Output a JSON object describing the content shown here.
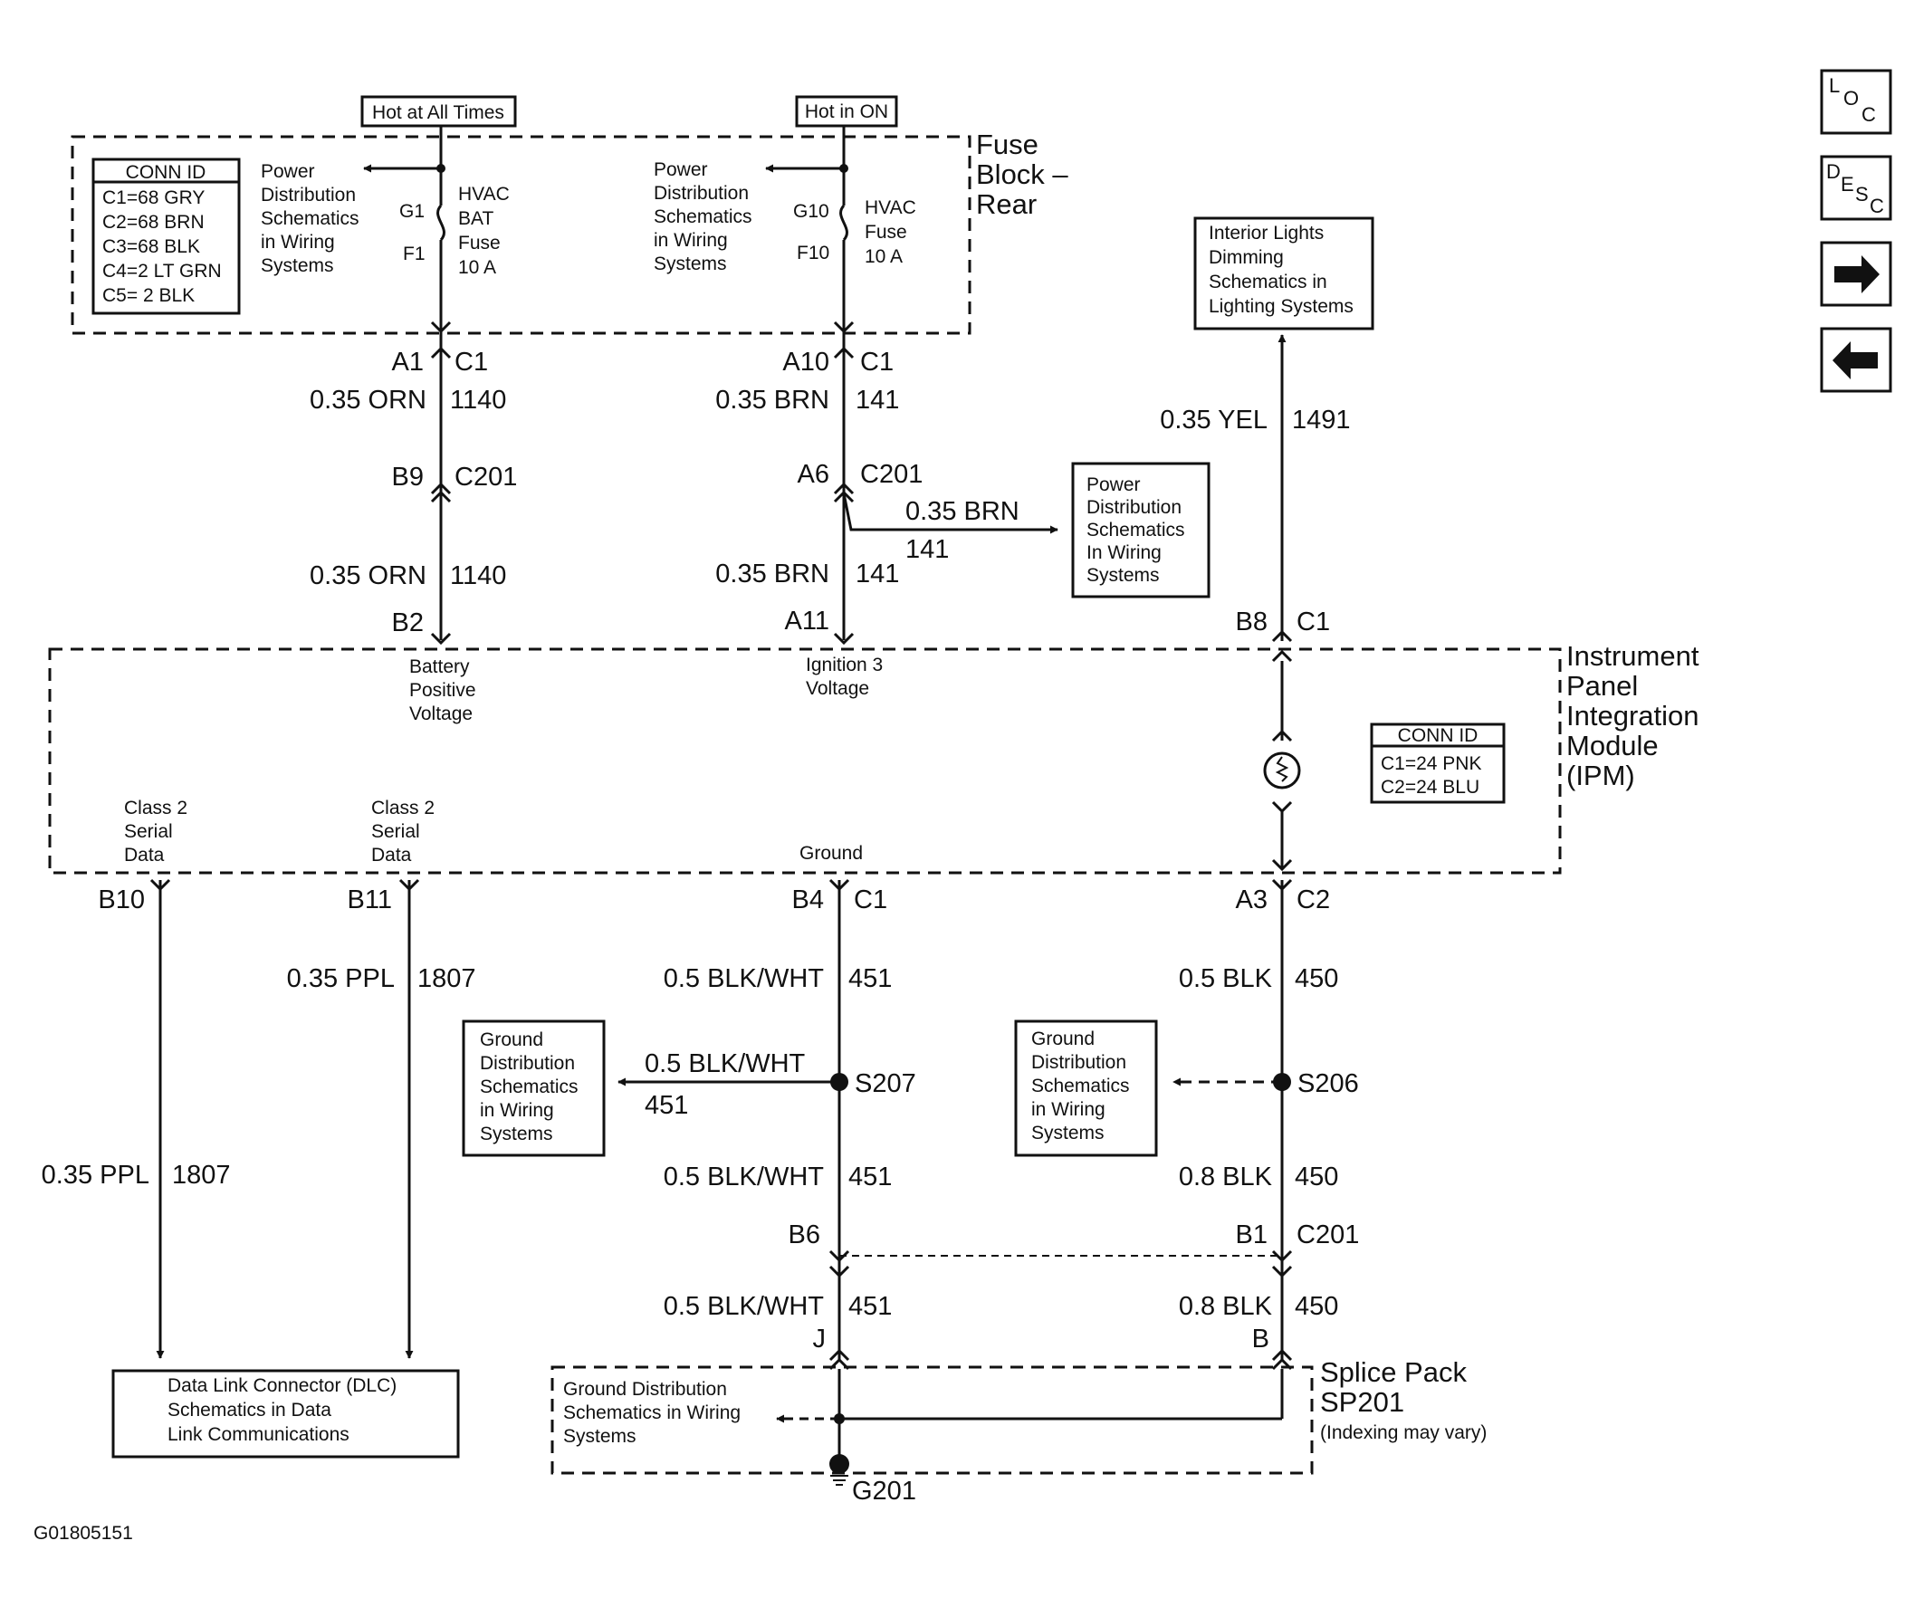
{
  "nav": {
    "loc": {
      "l": "L",
      "o": "O",
      "c": "C"
    },
    "desc": {
      "d": "D",
      "e": "E",
      "s": "S",
      "c": "C"
    }
  },
  "top": {
    "hot_all_times": "Hot at All Times",
    "hot_in_on": "Hot in ON",
    "fuse_block": [
      "Fuse",
      "Block –",
      "Rear"
    ],
    "conn_id": {
      "title": "CONN ID",
      "rows": [
        "C1=68 GRY",
        "C2=68 BRN",
        "C3=68 BLK",
        "C4=2 LT GRN",
        "C5= 2 BLK"
      ]
    },
    "power_dist_1": [
      "Power",
      "Distribution",
      "Schematics",
      "in Wiring",
      "Systems"
    ],
    "power_dist_2": [
      "Power",
      "Distribution",
      "Schematics",
      "in Wiring",
      "Systems"
    ],
    "fuse1": {
      "top": "G1",
      "bottom": "F1",
      "label": [
        "HVAC",
        "BAT",
        "Fuse",
        "10 A"
      ]
    },
    "fuse2": {
      "top": "G10",
      "bottom": "F10",
      "label": [
        "HVAC",
        "Fuse",
        "10 A"
      ]
    }
  },
  "circuit_1140": {
    "pin_top": "A1",
    "conn_top": "C1",
    "wire_upper": "0.35 ORN",
    "circuit_upper": "1140",
    "pin_mid": "B9",
    "conn_mid": "C201",
    "wire_lower": "0.35 ORN",
    "circuit_lower": "1140",
    "pin_ipm": "B2",
    "ipm_label": [
      "Battery",
      "Positive",
      "Voltage"
    ]
  },
  "circuit_141": {
    "pin_top": "A10",
    "conn_top": "C1",
    "wire_upper": "0.35 BRN",
    "circuit_upper": "141",
    "pin_mid": "A6",
    "conn_mid": "C201",
    "branch_wire": "0.35 BRN",
    "branch_circuit": "141",
    "branch_dest": [
      "Power",
      "Distribution",
      "Schematics",
      "In Wiring",
      "Systems"
    ],
    "wire_lower": "0.35 BRN",
    "circuit_lower": "141",
    "pin_ipm": "A11",
    "ipm_label": [
      "Ignition 3",
      "Voltage"
    ]
  },
  "circuit_1491": {
    "dest": [
      "Interior Lights",
      "Dimming",
      "Schematics in",
      "Lighting Systems"
    ],
    "wire": "0.35 YEL",
    "circuit": "1491",
    "pin": "B8",
    "conn": "C1"
  },
  "ipm": {
    "name": [
      "Instrument",
      "Panel",
      "Integration",
      "Module",
      "(IPM)"
    ],
    "conn_id": {
      "title": "CONN ID",
      "rows": [
        "C1=24 PNK",
        "C2=24 BLU"
      ]
    },
    "class2_a": [
      "Class 2",
      "Serial",
      "Data"
    ],
    "class2_b": [
      "Class 2",
      "Serial",
      "Data"
    ],
    "ground": "Ground"
  },
  "circuit_1807": {
    "pin_a": "B10",
    "pin_b": "B11",
    "wire_b": "0.35 PPL",
    "circuit_b": "1807",
    "wire_a": "0.35 PPL",
    "circuit_a": "1807",
    "dest": [
      "Data Link Connector (DLC)",
      "Schematics in Data",
      "Link Communications"
    ]
  },
  "circuit_451": {
    "pin": "B4",
    "conn": "C1",
    "wire_1": "0.5 BLK/WHT",
    "circuit_1": "451",
    "splice": "S207",
    "branch_wire": "0.5 BLK/WHT",
    "branch_circuit": "451",
    "branch_dest": [
      "Ground",
      "Distribution",
      "Schematics",
      "in Wiring",
      "Systems"
    ],
    "wire_2": "0.5 BLK/WHT",
    "circuit_2": "451",
    "pin_c201": "B6",
    "wire_3": "0.5 BLK/WHT",
    "circuit_3": "451",
    "sp_pin": "J"
  },
  "circuit_450": {
    "pin": "A3",
    "conn": "C2",
    "wire_1": "0.5 BLK",
    "circuit_1": "450",
    "splice": "S206",
    "branch_dest": [
      "Ground",
      "Distribution",
      "Schematics",
      "in Wiring",
      "Systems"
    ],
    "wire_2": "0.8 BLK",
    "circuit_2": "450",
    "pin_c201": "B1",
    "conn_c201": "C201",
    "wire_3": "0.8 BLK",
    "circuit_3": "450",
    "sp_pin": "B"
  },
  "splice_pack": {
    "name": [
      "Splice Pack",
      "SP201"
    ],
    "note": "(Indexing may vary)",
    "ground_dest": [
      "Ground Distribution",
      "Schematics in Wiring",
      "Systems"
    ],
    "ground": "G201"
  },
  "figure_id": "G01805151"
}
